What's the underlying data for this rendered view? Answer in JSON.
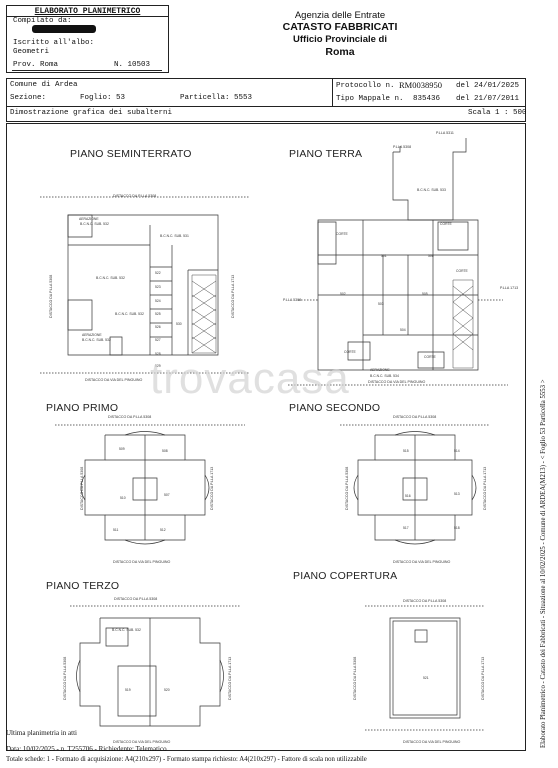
{
  "header": {
    "title": "ELABORATO PLANIMETRICO",
    "compilato_label": "Compilato da:",
    "iscritto_label": "Iscritto all'albo:",
    "albo_value": "Geometri",
    "prov_label": "Prov. Roma",
    "prov_number": "N. 10503",
    "agency_line1": "Agenzia delle Entrate",
    "agency_line2": "CATASTO FABBRICATI",
    "agency_line3": "Ufficio Provinciale di",
    "agency_line4": "Roma"
  },
  "info": {
    "comune": "Comune di Ardea",
    "sezione": "Sezione:",
    "foglio": "Foglio: 53",
    "particella": "Particella: 5553",
    "protocollo_label": "Protocollo n.",
    "protocollo_value": "RM0038950",
    "protocollo_date": "del 24/01/2025",
    "tipo_mappale_label": "Tipo Mappale n.",
    "tipo_mappale_value": "835436",
    "tipo_mappale_date": "del 21/07/2011",
    "dimostrazione": "Dimostrazione grafica dei subalterni",
    "scala": "Scala 1 : 500"
  },
  "floors": {
    "seminterrato": "PIANO SEMINTERRATO",
    "terra": "PIANO TERRA",
    "primo": "PIANO PRIMO",
    "secondo": "PIANO SECONDO",
    "terzo": "PIANO TERZO",
    "copertura": "PIANO COPERTURA"
  },
  "labels": {
    "distacco_5308": "DISTACCO DA P.LLA 5308",
    "distacco_1713": "DISTACCO DA P.LLA 1713",
    "distacco_via": "DISTACCO DA VIA DEL PINGUINO",
    "plla_5311": "P.LLA 5311",
    "plla_5308": "P.LLA 5308",
    "plla_1713": "P.LLA 1713",
    "bcnc_531": "B.C.N.C. SUB. 531",
    "bcnc_532": "B.C.N.C. SUB. 532",
    "bcnc_533": "B.C.N.C. SUB. 533",
    "bcnc_534": "B.C.N.C. SUB. 534",
    "aerazione": "AERAZIONE",
    "corte": "CORTE",
    "sub_501": "501",
    "sub_502": "502",
    "sub_503": "503",
    "sub_504": "504",
    "sub_505": "505",
    "sub_506": "506",
    "sub_507": "507",
    "sub_508": "508",
    "sub_509": "509",
    "sub_510": "510",
    "sub_511": "511",
    "sub_512": "512",
    "sub_513": "513",
    "sub_514": "514",
    "sub_515": "515",
    "sub_516": "516",
    "sub_517": "517",
    "sub_518": "518",
    "sub_519": "519",
    "sub_520": "520",
    "sub_521": "521",
    "sub_522": "522",
    "sub_523": "523",
    "sub_524": "524",
    "sub_525": "525",
    "sub_526": "526",
    "sub_527": "527",
    "sub_528": "528",
    "sub_529": "529",
    "sub_530": "530"
  },
  "watermark": "trovacasa",
  "footer": {
    "ultima": "Ultima planimetria in atti",
    "data_line": "Data: 10/02/2025 - n. T255706 - Richiedente: Telematico",
    "totale_line": "Totale schede: 1 - Formato di acquisizione: A4(210x297) - Formato stampa richiesto: A4(210x297) - Fattore di scala non utilizzabile"
  },
  "side_text": "Elaborato Planimetrico - Catasto dei Fabbricati - Situazione al 10/02/2025 - Comune di ARDEA(M213) - < Foglio 53 Particella 5553 >",
  "colors": {
    "line": "#222222",
    "watermark": "#c9c9c9"
  }
}
